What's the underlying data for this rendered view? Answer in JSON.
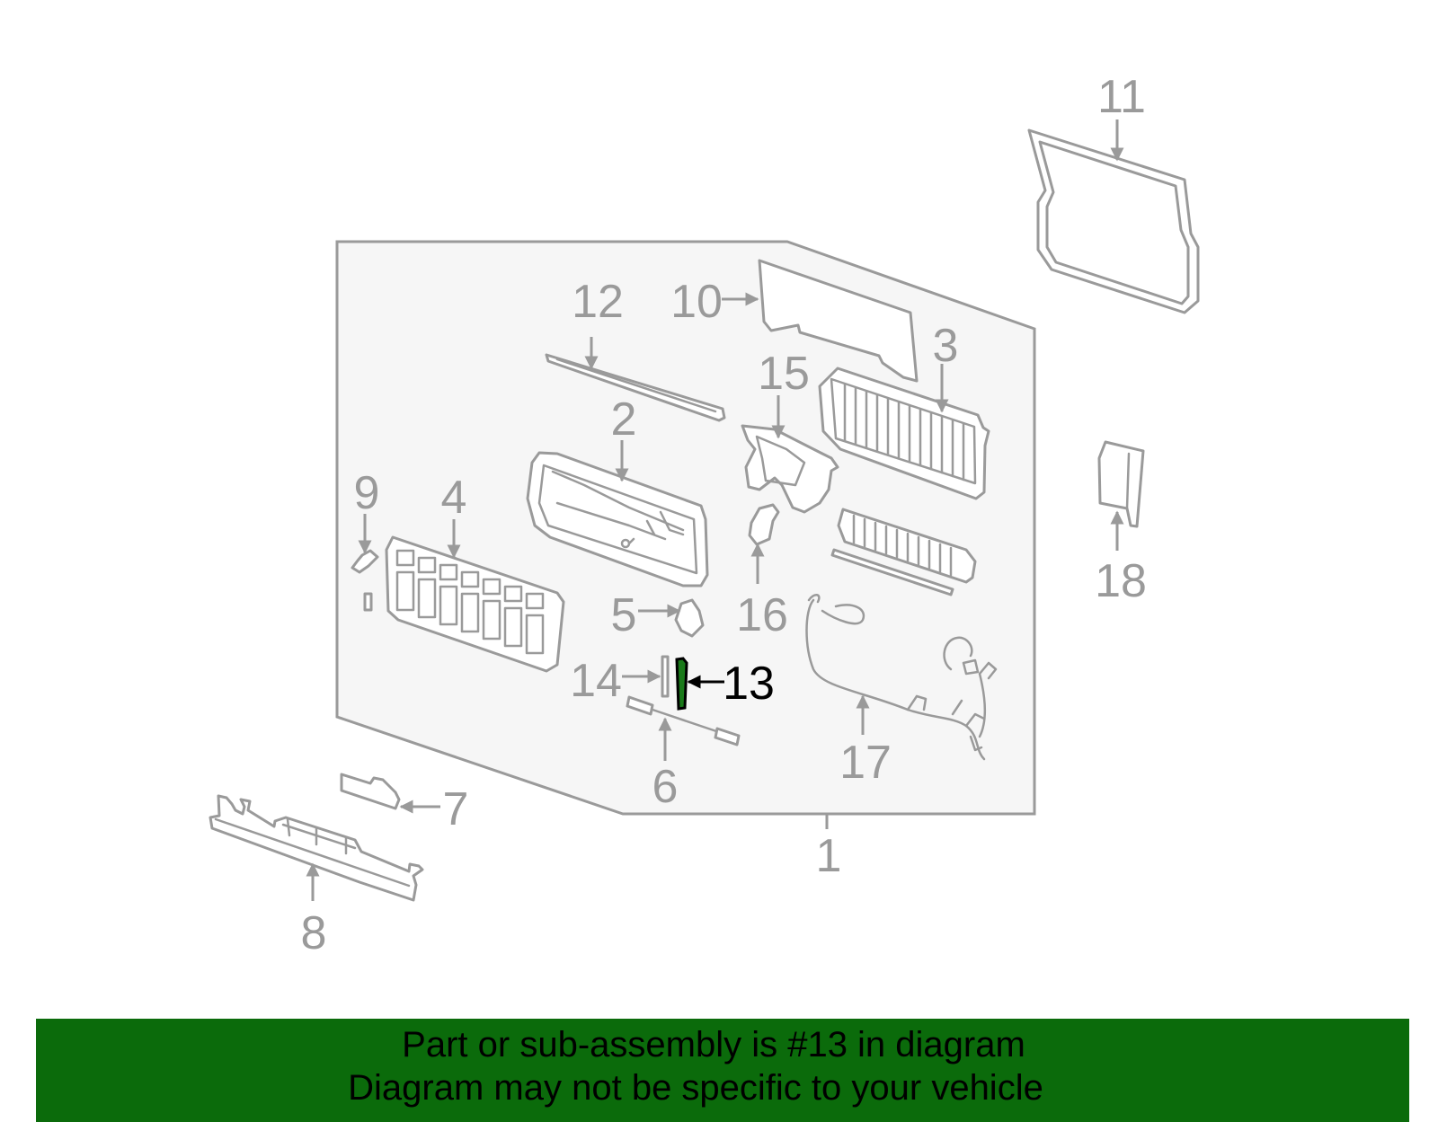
{
  "diagram": {
    "highlighted_part": "13",
    "callouts": [
      "1",
      "2",
      "3",
      "4",
      "5",
      "6",
      "7",
      "8",
      "9",
      "10",
      "11",
      "12",
      "13",
      "14",
      "15",
      "16",
      "17",
      "18"
    ],
    "colors": {
      "outline": "#9a9a9a",
      "panel_fill": "#f5f5f5",
      "highlight": "#000000",
      "highlight_part_fill": "#1a7a1a",
      "banner": "#0b6b0b"
    }
  },
  "banner": {
    "line1": "Part or sub-assembly is #13 in diagram",
    "line2": "Diagram may not be specific to your vehicle"
  }
}
